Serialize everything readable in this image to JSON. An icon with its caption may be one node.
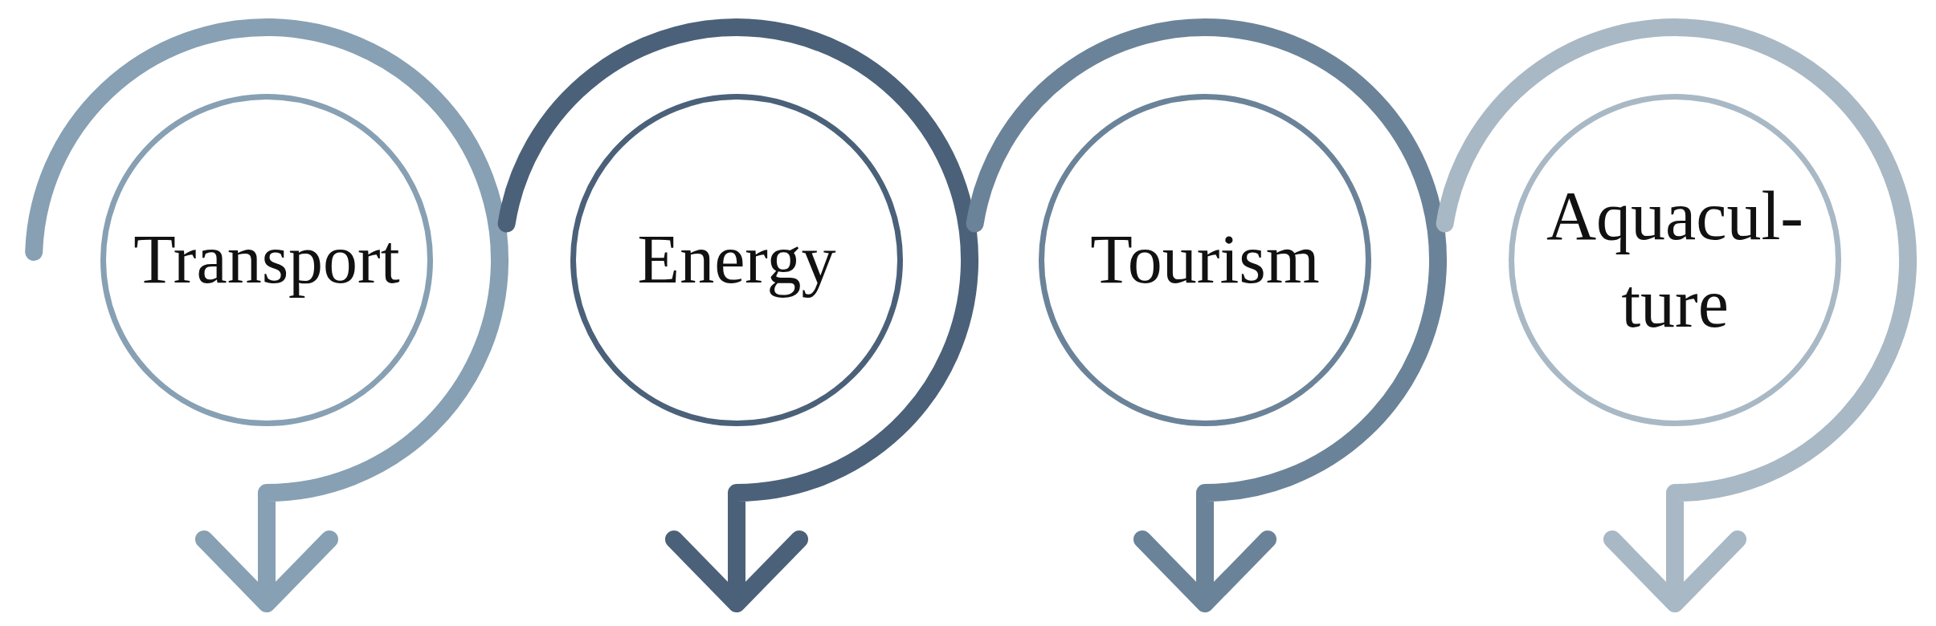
{
  "diagram": {
    "nodes": [
      {
        "text": [
          "Transport"
        ]
      },
      {
        "text": [
          "Energy"
        ]
      },
      {
        "text": [
          "Tourism"
        ]
      },
      {
        "text": [
          "Aquacul- ture"
        ]
      }
    ]
  }
}
